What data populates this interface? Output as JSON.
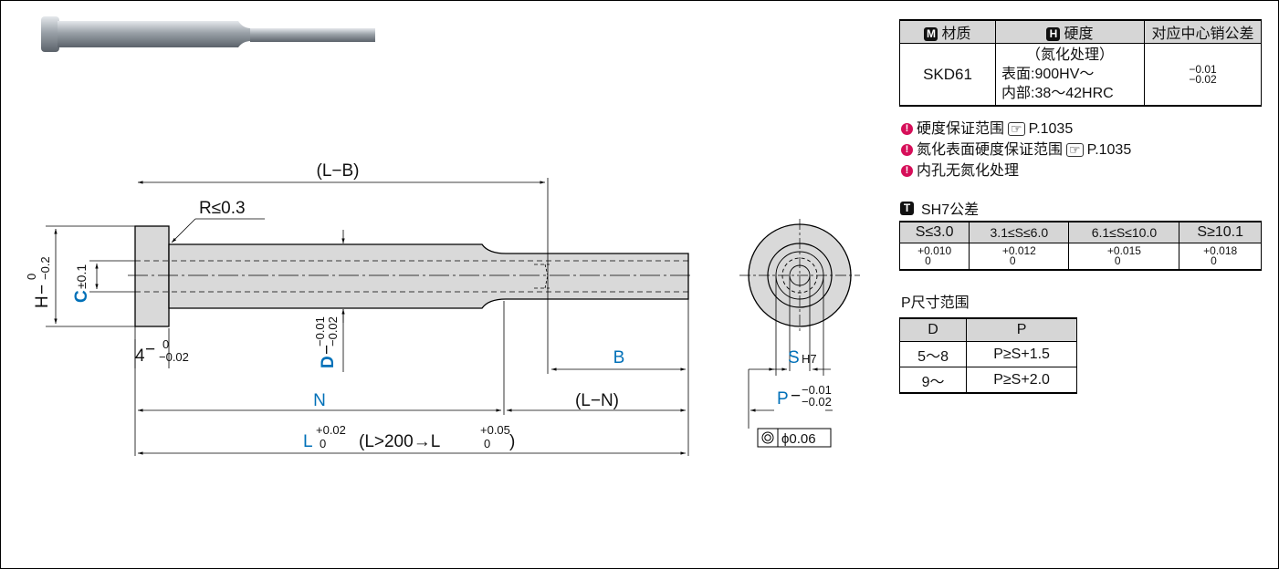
{
  "hardness_table": {
    "headers": [
      {
        "badge": "M",
        "label": "材质"
      },
      {
        "badge": "H",
        "label": "硬度"
      },
      {
        "badge": "",
        "label": "对应中心销公差"
      }
    ],
    "row": {
      "material": "SKD61",
      "hardness": [
        "（氮化处理）",
        "表面:900HV〜",
        "内部:38〜42HRC"
      ],
      "tolerance_upper": "−0.01",
      "tolerance_lower": "−0.02"
    }
  },
  "notes": [
    {
      "text": "硬度保证范围",
      "ref": "P.1035"
    },
    {
      "text": "氮化表面硬度保证范围",
      "ref": "P.1035"
    },
    {
      "text": "内孔无氮化处理",
      "ref": ""
    }
  ],
  "sh7": {
    "badge": "T",
    "title": "SH7公差"
  },
  "s_table": {
    "headers": [
      "S≤3.0",
      "3.1≤S≤6.0",
      "6.1≤S≤10.0",
      "S≥10.1"
    ],
    "upper": [
      "+0.010",
      "+0.012",
      "+0.015",
      "+0.018"
    ],
    "lower": [
      "0",
      "0",
      "0",
      "0"
    ]
  },
  "p_range": {
    "title": "P尺寸范围",
    "headers": [
      "D",
      "P"
    ],
    "rows": [
      [
        "5〜8",
        "P≥S+1.5"
      ],
      [
        "9〜",
        "P≥S+2.0"
      ]
    ]
  },
  "drawing": {
    "l_minus_b": "(L−B)",
    "r_label": "R≤0.3",
    "h_label": "H",
    "h_tol_upper": "0",
    "h_tol_lower": "−0.2",
    "c_label": "C",
    "c_tol": "±0.1",
    "d_label": "D",
    "d_tol_upper": "−0.01",
    "d_tol_lower": "−0.02",
    "head_thickness": "4",
    "head_tol_upper": "0",
    "head_tol_lower": "−0.02",
    "b_label": "B",
    "n_label": "N",
    "l_minus_n": "(L−N)",
    "l_label": "L",
    "l_tol_upper": "+0.02",
    "l_tol_lower": "0",
    "l_note_pre": "(L>200→L",
    "l_note_upper": "+0.05",
    "l_note_lower": "0",
    "l_note_post": ")",
    "s_label": "S",
    "s_sub": "H7",
    "p_label": "P",
    "p_tol_upper": "−0.01",
    "p_tol_lower": "−0.02",
    "concentric_tol": "ϕ0.06",
    "accent_color": "#0070b8",
    "badge_color": "#d60f59"
  }
}
